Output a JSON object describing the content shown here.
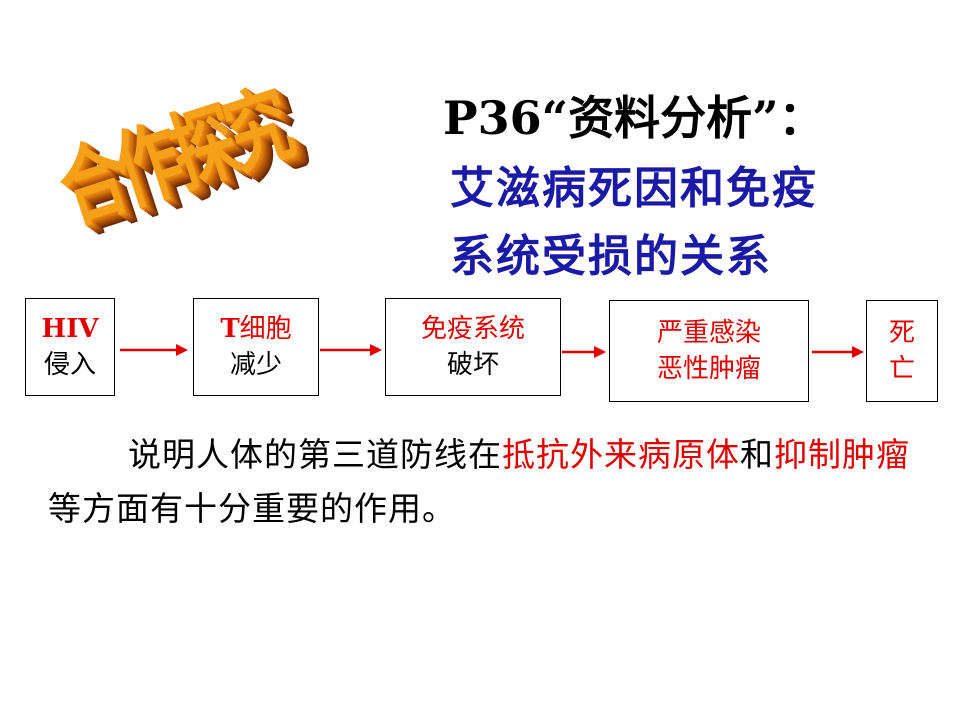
{
  "wordart": {
    "text": "合作探究"
  },
  "title": {
    "line1": "P36“资料分析”：",
    "line2": "艾滋病死因和免疫",
    "line3": "系统受损的关系"
  },
  "flow": {
    "boxes": [
      {
        "top": "HIV",
        "bottom": "侵入"
      },
      {
        "top_prefix": "T",
        "top_rest": "细胞",
        "bottom": "减少"
      },
      {
        "top": "免疫系统",
        "bottom": "破坏"
      },
      {
        "top": "严重感染",
        "bottom": "恶性肿瘤"
      },
      {
        "top": "死",
        "bottom": "亡"
      }
    ],
    "arrow_color": "#e00000"
  },
  "paragraph": {
    "seg1": "说明人体的第三道防线在",
    "seg2": "抵抗外来病原体",
    "seg3": "和",
    "seg4": "抑制肿瘤",
    "seg5": "等方面有十分重要的作用。"
  },
  "colors": {
    "title_blue": "#1a1aa6",
    "accent_red": "#e00000",
    "wordart_orange": "#f5a018"
  }
}
